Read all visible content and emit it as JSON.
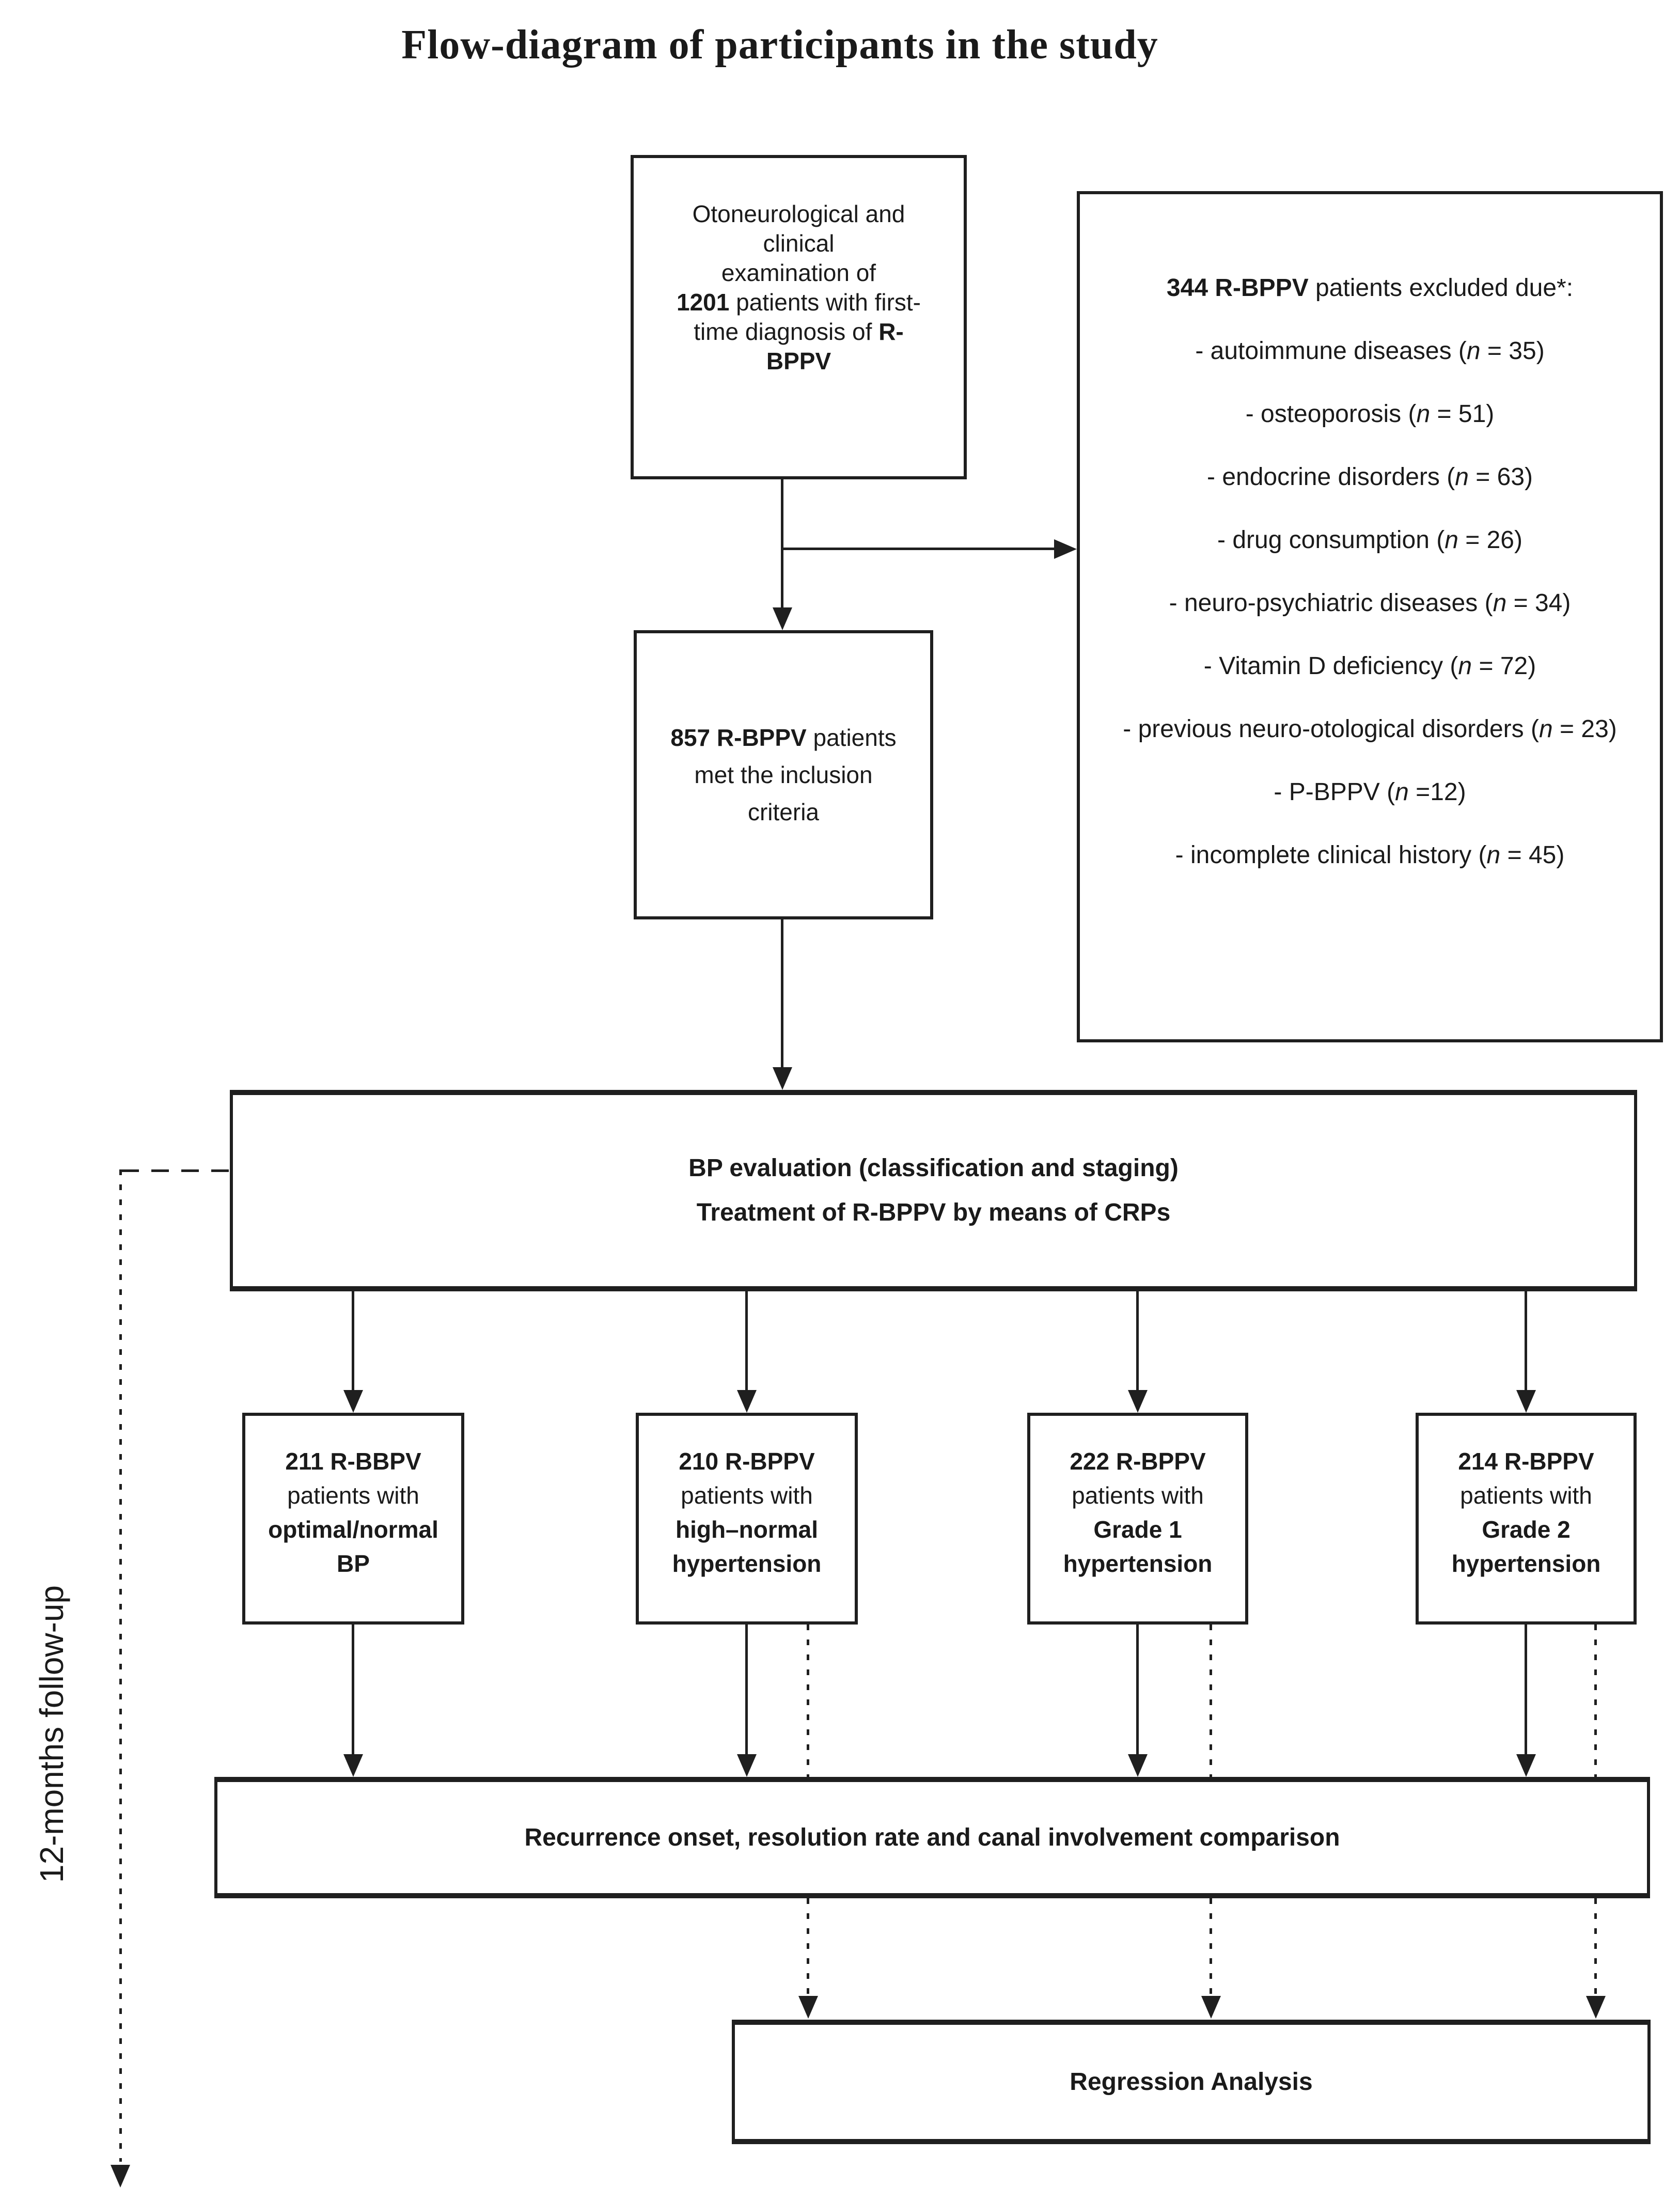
{
  "title": "Flow-diagram of participants in the study",
  "side_label": "12-months follow-up",
  "exam_box": {
    "line1": "Otoneurological and",
    "line2": "clinical",
    "line3": "examination of",
    "line4_bold": "1201",
    "line4_rest": " patients with first-",
    "line5_rest": "time diagnosis of ",
    "line5_bold": "R-",
    "line6_bold": "BPPV"
  },
  "excluded_box": {
    "header_bold": "344 R-BPPV",
    "header_rest": " patients excluded due*:",
    "items": [
      "- autoimmune diseases (n = 35)",
      "- osteoporosis (n = 51)",
      "- endocrine disorders (n = 63)",
      "- drug consumption (n = 26)",
      "- neuro-psychiatric diseases (n = 34)",
      "- Vitamin D deficiency (n = 72)",
      "- previous neuro-otological disorders (n = 23)",
      "- P-BPPV (n =12)",
      "- incomplete clinical history (n = 45)"
    ]
  },
  "inclusion_box": {
    "line1_bold": "857 R-BPPV",
    "line1_rest": " patients",
    "line2": "met the inclusion",
    "line3": "criteria"
  },
  "bp_box": {
    "line1": "BP evaluation (classification and staging)",
    "line2": "Treatment of R-BPPV by means of CRPs"
  },
  "group_boxes": [
    {
      "count": "211 R-BBPV",
      "mid": "patients with",
      "tail1": "optimal/normal",
      "tail2": "BP"
    },
    {
      "count": "210 R-BPPV",
      "mid": "patients with",
      "tail1": "high–normal",
      "tail2": "hypertension"
    },
    {
      "count": "222 R-BPPV",
      "mid": "patients with",
      "tail1": "Grade 1",
      "tail2": "hypertension"
    },
    {
      "count": "214 R-BPPV",
      "mid": "patients with",
      "tail1": "Grade 2",
      "tail2": "hypertension"
    }
  ],
  "recurrence_box": {
    "label": "Recurrence onset, resolution rate and canal involvement comparison"
  },
  "regression_box": {
    "label": "Regression Analysis"
  },
  "colors": {
    "line": "#1f1f1f",
    "background": "#ffffff",
    "text": "#1a1a1a"
  }
}
